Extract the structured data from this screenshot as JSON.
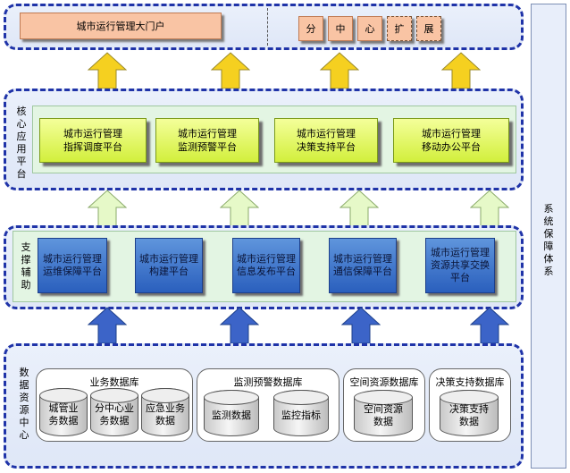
{
  "portal": {
    "title": "城市运行管理大门户",
    "chars": [
      "分",
      "中",
      "心",
      "扩",
      "展"
    ]
  },
  "core": {
    "label": "核心应用平台",
    "platforms": [
      [
        "城市运行管理",
        "指挥调度平台"
      ],
      [
        "城市运行管理",
        "监测预警平台"
      ],
      [
        "城市运行管理",
        "决策支持平台"
      ],
      [
        "城市运行管理",
        "移动办公平台"
      ]
    ]
  },
  "support": {
    "label": "支撑辅助",
    "platforms": [
      [
        "城市运行管理",
        "运维保障平台"
      ],
      [
        "城市运行管理",
        "构建平台"
      ],
      [
        "城市运行管理",
        "信息发布平台"
      ],
      [
        "城市运行管理",
        "通信保障平台"
      ],
      [
        "城市运行管理",
        "资源共享交换",
        "平台"
      ]
    ]
  },
  "data": {
    "label": "数据资源中心",
    "groups": [
      {
        "title": "业务数据库",
        "dbs": [
          [
            "城管业",
            "务数据"
          ],
          [
            "分中心业",
            "务数据"
          ],
          [
            "应急业务",
            "数据"
          ]
        ]
      },
      {
        "title": "监测预警数据库",
        "dbs": [
          [
            "监测数据"
          ],
          [
            "监控指标"
          ]
        ]
      },
      {
        "title": "空间资源数据库",
        "dbs": [
          [
            "空间资源",
            "数据"
          ]
        ]
      },
      {
        "title": "决策支持数据库",
        "dbs": [
          [
            "决策支持",
            "数据"
          ]
        ]
      }
    ]
  },
  "system": {
    "label": "系统保障体系"
  },
  "colors": {
    "layer_border": "#1f33a8",
    "core_box": "#d2ef3c",
    "support_box": "#2a5fbd",
    "portal_box": "#f9c4a4",
    "yellow_arrow": "#f5d020",
    "blue_arrow": "#3c64c8"
  }
}
